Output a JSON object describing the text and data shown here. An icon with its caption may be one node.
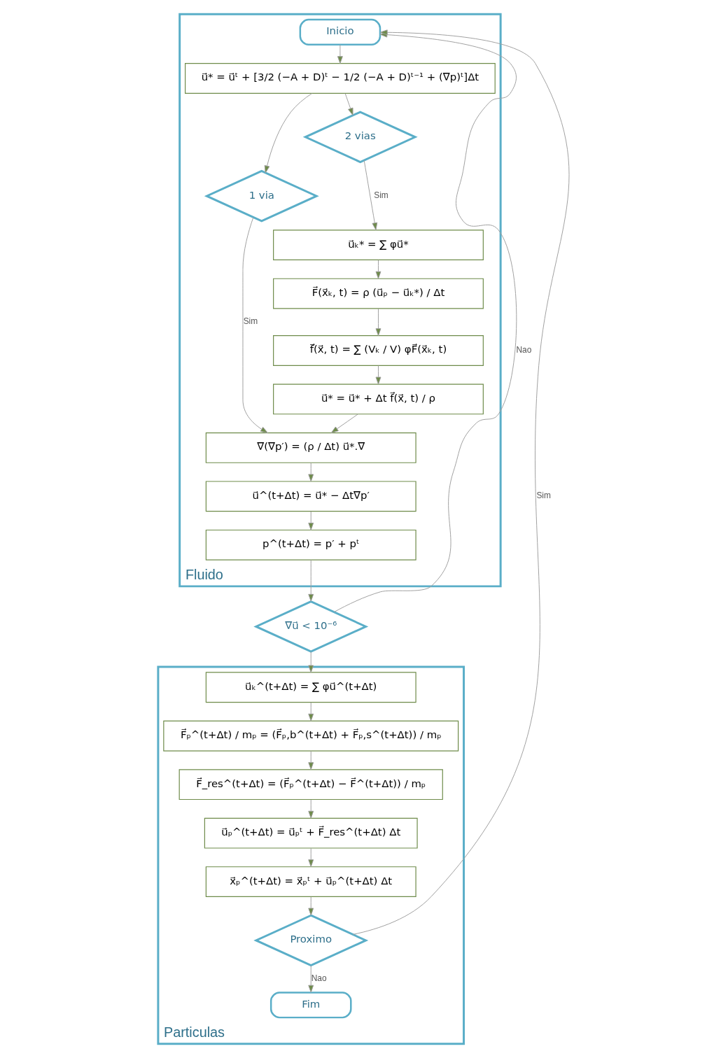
{
  "diagram": {
    "nodes": [
      {
        "text": [
          "Fluido"
        ]
      },
      {
        "text": [
          "Inicio"
        ],
        "in": 0
      },
      {
        "text": [
          "u⃗* = u⃗ᵗ + [3/2 (−A + D)ᵗ − 1/2 (−A + D)ᵗ⁻¹ + (∇p)ᵗ]Δt"
        ],
        "in": 0
      },
      {
        "text": [
          "1 via"
        ],
        "in": 0
      },
      {
        "text": [
          "2 vias"
        ],
        "in": 0
      },
      {
        "text": [
          "u⃗ₖ* = ∑ φu⃗*"
        ],
        "in": 0
      },
      {
        "text": [
          "F⃗(x⃗ₖ, t) = ρ (u⃗ₚ − u⃗ₖ*) / Δt"
        ],
        "in": 0
      },
      {
        "text": [
          "f⃗(x⃗, t) = ∑ (Vₖ / V) φF⃗(x⃗ₖ, t)"
        ],
        "in": 0
      },
      {
        "text": [
          "u⃗* = u⃗* + Δt f⃗(x⃗, t) / ρ"
        ],
        "in": 0
      },
      {
        "text": [
          "∇(∇p′) = (ρ / Δt) u⃗*.∇"
        ],
        "in": 0
      },
      {
        "text": [
          "u⃗^(t+Δt) = u⃗* − Δt∇p′"
        ],
        "in": 0
      },
      {
        "text": [
          "p^(t+Δt) = p′ + pᵗ"
        ],
        "in": 0
      },
      {
        "text": [
          "∇u⃗ < 10⁻⁶"
        ]
      },
      {
        "text": [
          "Particulas"
        ]
      },
      {
        "text": [
          "u⃗ₖ^(t+Δt) = ∑ φu⃗^(t+Δt)"
        ],
        "in": 13
      },
      {
        "text": [
          "F⃗ₚ^(t+Δt) / mₚ = (F⃗ₚ,b^(t+Δt) + F⃗ₚ,s^(t+Δt)) / mₚ"
        ],
        "in": 13
      },
      {
        "text": [
          "F⃗_res^(t+Δt) = (F⃗ₚ^(t+Δt) − F⃗^(t+Δt)) / mₚ"
        ],
        "in": 13
      },
      {
        "text": [
          "u⃗ₚ^(t+Δt) = u⃗ₚᵗ + F⃗_res^(t+Δt) Δt"
        ],
        "in": 13
      },
      {
        "text": [
          "x⃗ₚ^(t+Δt) = x⃗ₚᵗ + u⃗ₚ^(t+Δt) Δt"
        ],
        "in": 13
      },
      {
        "text": [
          "Proximo"
        ],
        "in": 13
      },
      {
        "text": [
          "Fim"
        ],
        "in": 13
      }
    ],
    "edges": [
      {
        "from": 1,
        "to": 2,
        "arrow": "to"
      },
      {
        "from": 2,
        "to": 3,
        "arrow": "to"
      },
      {
        "from": 2,
        "to": 4,
        "arrow": "to"
      },
      {
        "from": 3,
        "to": 9,
        "arrow": "to",
        "label": "Sim"
      },
      {
        "from": 4,
        "to": 5,
        "arrow": "to",
        "label": "Sim"
      },
      {
        "from": 5,
        "to": 6,
        "arrow": "to"
      },
      {
        "from": 6,
        "to": 7,
        "arrow": "to"
      },
      {
        "from": 7,
        "to": 8,
        "arrow": "to"
      },
      {
        "from": 8,
        "to": 9,
        "arrow": "to"
      },
      {
        "from": 9,
        "to": 10,
        "arrow": "to"
      },
      {
        "from": 10,
        "to": 11,
        "arrow": "to"
      },
      {
        "from": 11,
        "to": 12,
        "arrow": "to"
      },
      {
        "from": 12,
        "to": 1,
        "arrow": "to",
        "label": "Nao"
      },
      {
        "from": 12,
        "to": 14,
        "arrow": "to"
      },
      {
        "from": 14,
        "to": 15,
        "arrow": "to"
      },
      {
        "from": 15,
        "to": 16,
        "arrow": "to"
      },
      {
        "from": 16,
        "to": 17,
        "arrow": "to"
      },
      {
        "from": 17,
        "to": 18,
        "arrow": "to"
      },
      {
        "from": 18,
        "to": 19,
        "arrow": "to"
      },
      {
        "from": 19,
        "to": 1,
        "arrow": "to",
        "label": "Sim"
      },
      {
        "from": 19,
        "to": 20,
        "arrow": "to",
        "label": "Nao"
      }
    ]
  }
}
